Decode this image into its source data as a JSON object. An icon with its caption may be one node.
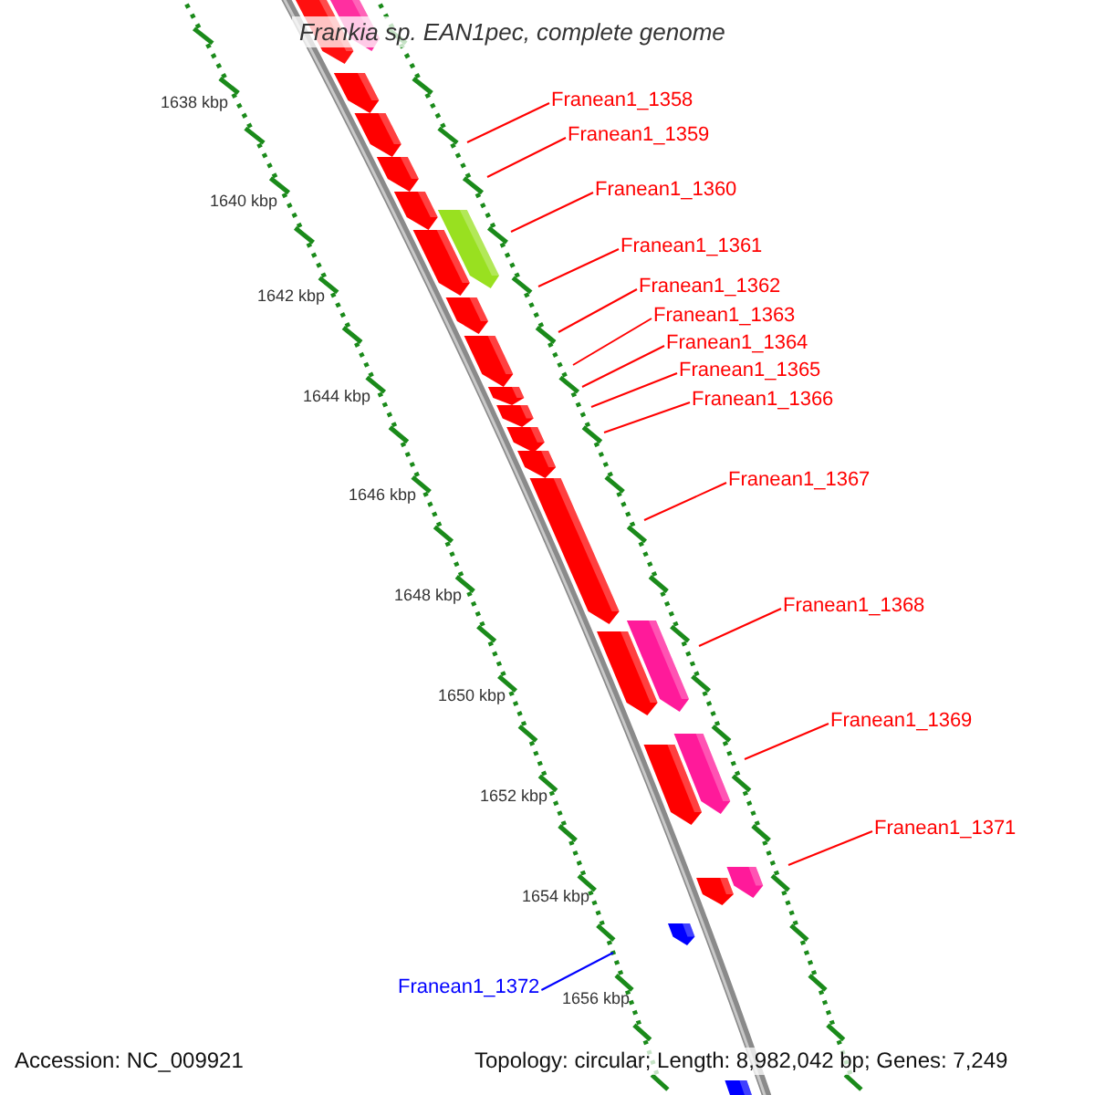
{
  "diagram": {
    "title": "Frankia sp. EAN1pec, complete genome",
    "nodes": [
      {
        "text": [
          "Franean1_1358"
        ]
      },
      {
        "text": [
          "Franean1_1359"
        ]
      },
      {
        "text": [
          "Franean1_1360"
        ]
      },
      {
        "text": [
          "Franean1_1361"
        ]
      },
      {
        "text": [
          "Franean1_1362"
        ]
      },
      {
        "text": [
          "Franean1_1363"
        ]
      },
      {
        "text": [
          "Franean1_1364"
        ]
      },
      {
        "text": [
          "Franean1_1365"
        ]
      },
      {
        "text": [
          "Franean1_1366"
        ]
      },
      {
        "text": [
          "Franean1_1367"
        ]
      },
      {
        "text": [
          "Franean1_1368"
        ]
      },
      {
        "text": [
          "Franean1_1369"
        ]
      },
      {
        "text": [
          "Franean1_1371"
        ]
      },
      {
        "text": [
          "Franean1_1372"
        ]
      }
    ],
    "edges": [
      {
        "from": 0,
        "to": null,
        "arrow": "none"
      },
      {
        "from": 1,
        "to": null,
        "arrow": "none"
      },
      {
        "from": 2,
        "to": null,
        "arrow": "none"
      },
      {
        "from": 3,
        "to": null,
        "arrow": "none"
      },
      {
        "from": 4,
        "to": null,
        "arrow": "none"
      },
      {
        "from": 5,
        "to": null,
        "arrow": "none"
      },
      {
        "from": 6,
        "to": null,
        "arrow": "none"
      },
      {
        "from": 7,
        "to": null,
        "arrow": "none"
      },
      {
        "from": 8,
        "to": null,
        "arrow": "none"
      },
      {
        "from": 9,
        "to": null,
        "arrow": "none"
      },
      {
        "from": 10,
        "to": null,
        "arrow": "none"
      },
      {
        "from": 11,
        "to": null,
        "arrow": "none"
      },
      {
        "from": 12,
        "to": null,
        "arrow": "none"
      },
      {
        "from": 13,
        "to": null,
        "arrow": "none",
        "color": "#0000ff"
      }
    ],
    "labels": [
      "1638 kbp",
      "1640 kbp",
      "1642 kbp",
      "1644 kbp",
      "1646 kbp",
      "1648 kbp",
      "1650 kbp",
      "1652 kbp",
      "1654 kbp",
      "1656 kbp",
      "Accession: NC_009921",
      "Topology: circular; Length: 8,982,042 bp; Genes: 7,249"
    ]
  }
}
